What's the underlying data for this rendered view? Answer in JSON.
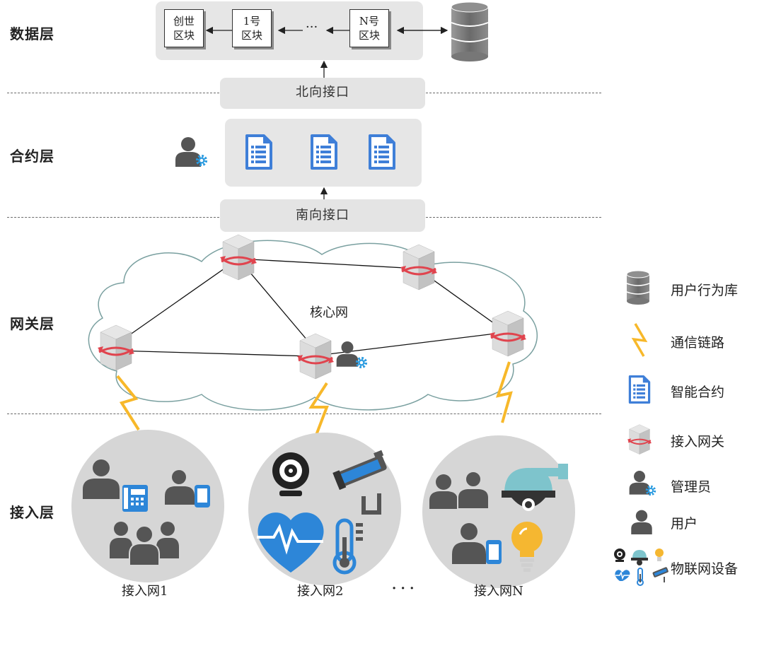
{
  "layers": {
    "data": "数据层",
    "contract": "合约层",
    "gateway": "网关层",
    "access": "接入层"
  },
  "blocks": {
    "genesis": [
      "创世",
      "区块"
    ],
    "block1": [
      "1号",
      "区块"
    ],
    "ellipsis": "···",
    "blockN": [
      "N号",
      "区块"
    ]
  },
  "interfaces": {
    "north": "北向接口",
    "south": "南向接口"
  },
  "core_network_label": "核心网",
  "access_networks": [
    "接入网1",
    "接入网2",
    "接入网N"
  ],
  "access_ellipsis": "· · ·",
  "legend": [
    {
      "icon": "database-icon",
      "label": "用户行为库"
    },
    {
      "icon": "lightning-icon",
      "label": "通信链路"
    },
    {
      "icon": "document-icon",
      "label": "智能合约"
    },
    {
      "icon": "gateway-server-icon",
      "label": "接入网关"
    },
    {
      "icon": "admin-icon",
      "label": "管理员"
    },
    {
      "icon": "user-icon",
      "label": "用户"
    },
    {
      "icon": "iot-devices-icon",
      "label": "物联网设备"
    }
  ],
  "colors": {
    "panel": "#e6e6e6",
    "document_blue": "#3f7fd8",
    "lightning": "#f7b82a",
    "server_red": "#e0444e",
    "person_gray": "#555555",
    "cloud_stroke": "#7aa0a0",
    "camera_blue": "#2d86d8",
    "teal_dome": "#7ec4cc",
    "bulb_yellow": "#f5b731",
    "access_circle": "#d6d6d6"
  }
}
